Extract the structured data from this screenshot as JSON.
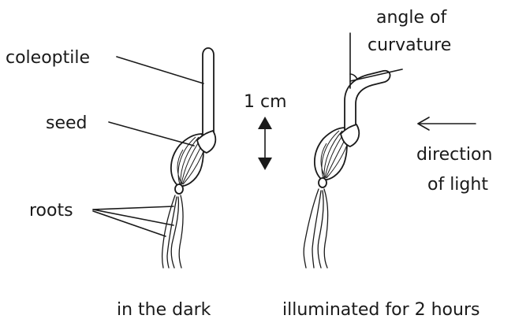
{
  "labels": {
    "coleoptile": "coleoptile",
    "seed": "seed",
    "roots": "roots",
    "scale": "1 cm",
    "angle_line1": "angle of",
    "angle_line2": "curvature",
    "direction_line1": "direction",
    "direction_line2": "of light",
    "caption_dark": "in the dark",
    "caption_illuminated": "illuminated for 2 hours"
  },
  "colors": {
    "ink": "#1a1a1a",
    "background": "#ffffff"
  }
}
